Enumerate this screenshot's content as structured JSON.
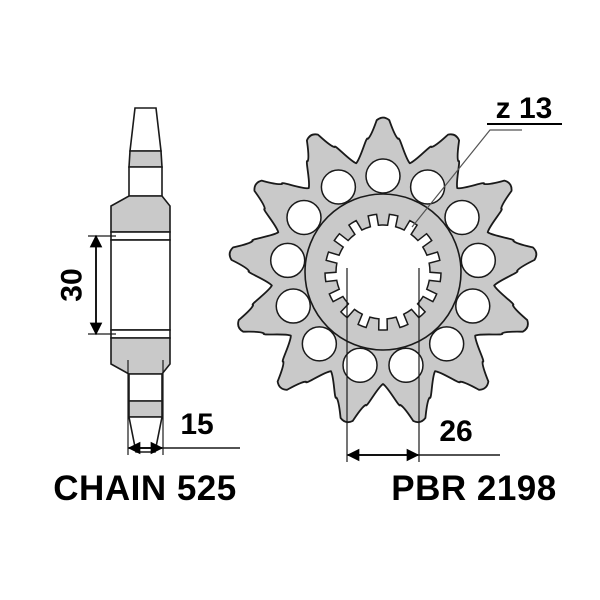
{
  "drawing": {
    "type": "engineering-technical-drawing",
    "subject": "motorcycle front chain sprocket",
    "background_color": "#ffffff",
    "line_color": "#1a1a1a",
    "fill_gray": "#c9c9c9",
    "fill_white": "#ffffff"
  },
  "side_view": {
    "name": "profile-section-view",
    "thickness_dimension": {
      "value": "30",
      "unit_implied": "mm",
      "orientation": "vertical",
      "rotated_text": true
    },
    "tooth_width_dimension": {
      "value": "15",
      "unit_implied": "mm",
      "orientation": "horizontal"
    },
    "caption": "CHAIN 525"
  },
  "front_view": {
    "name": "sprocket-face-view",
    "teeth_count": 13,
    "lightening_holes_count": 13,
    "spline_count": 17,
    "teeth_callout": {
      "label": "z 13",
      "underlined": true,
      "leader_target": "internal-spline-ring"
    },
    "hub_width_dimension": {
      "value": "26",
      "unit_implied": "mm",
      "orientation": "horizontal"
    },
    "caption": "PBR 2198"
  },
  "labels": {
    "dim_30": "30",
    "dim_15": "15",
    "dim_26": "26",
    "callout_z13": "z 13",
    "caption_chain": "CHAIN 525",
    "caption_part": "PBR 2198"
  }
}
